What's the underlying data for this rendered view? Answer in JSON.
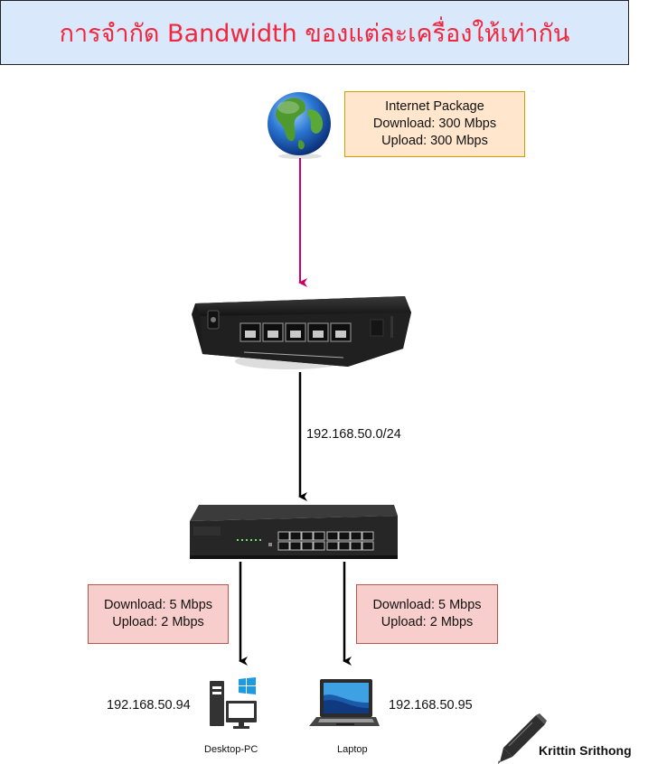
{
  "title": "การจำกัด Bandwidth ของแต่ละเครื่องให้เท่ากัน",
  "internet_package": {
    "name": "Internet Package",
    "download": "Download: 300 Mbps",
    "upload": "Upload: 300 Mbps"
  },
  "network_label": "192.168.50.0/24",
  "desktop": {
    "limit_download": "Download: 5 Mbps",
    "limit_upload": "Upload: 2 Mbps",
    "ip": "192.168.50.94",
    "name": "Desktop-PC"
  },
  "laptop": {
    "limit_download": "Download: 5 Mbps",
    "limit_upload": "Upload: 2 Mbps",
    "ip": "192.168.50.95",
    "name": "Laptop"
  },
  "author": "Krittin Srithong",
  "colors": {
    "title": "#f0273d",
    "title_bg": "#dae8fc",
    "internet_note_bg": "#ffe6cc",
    "limit_note_bg": "#f8cecc",
    "internet_link": "#cc0066",
    "link": "#000000"
  },
  "icons": [
    "globe-icon",
    "router-icon",
    "switch-icon",
    "desktop-pc-icon",
    "laptop-icon",
    "pen-icon"
  ]
}
